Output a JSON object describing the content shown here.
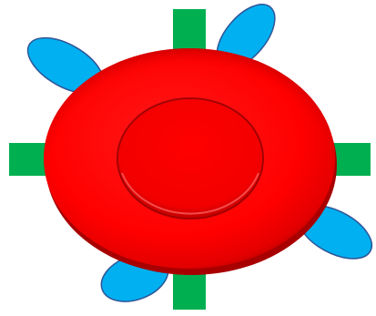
{
  "figure": {
    "description_visible_text": "",
    "colors": {
      "background": "#FFFFFF",
      "cell_fill": "#FF0000",
      "cell_shadow": "#B80000",
      "cell_highlight": "#FF5A5A",
      "receptor_bar": "#00B050",
      "lobe_fill": "#00B0F0",
      "lobe_stroke": "#2F5597"
    },
    "elements": {
      "cell": "red-blood-cell-disc",
      "central_pallor": "cell-center-depression",
      "receptor_count": 4,
      "lobe_count": 4
    }
  }
}
